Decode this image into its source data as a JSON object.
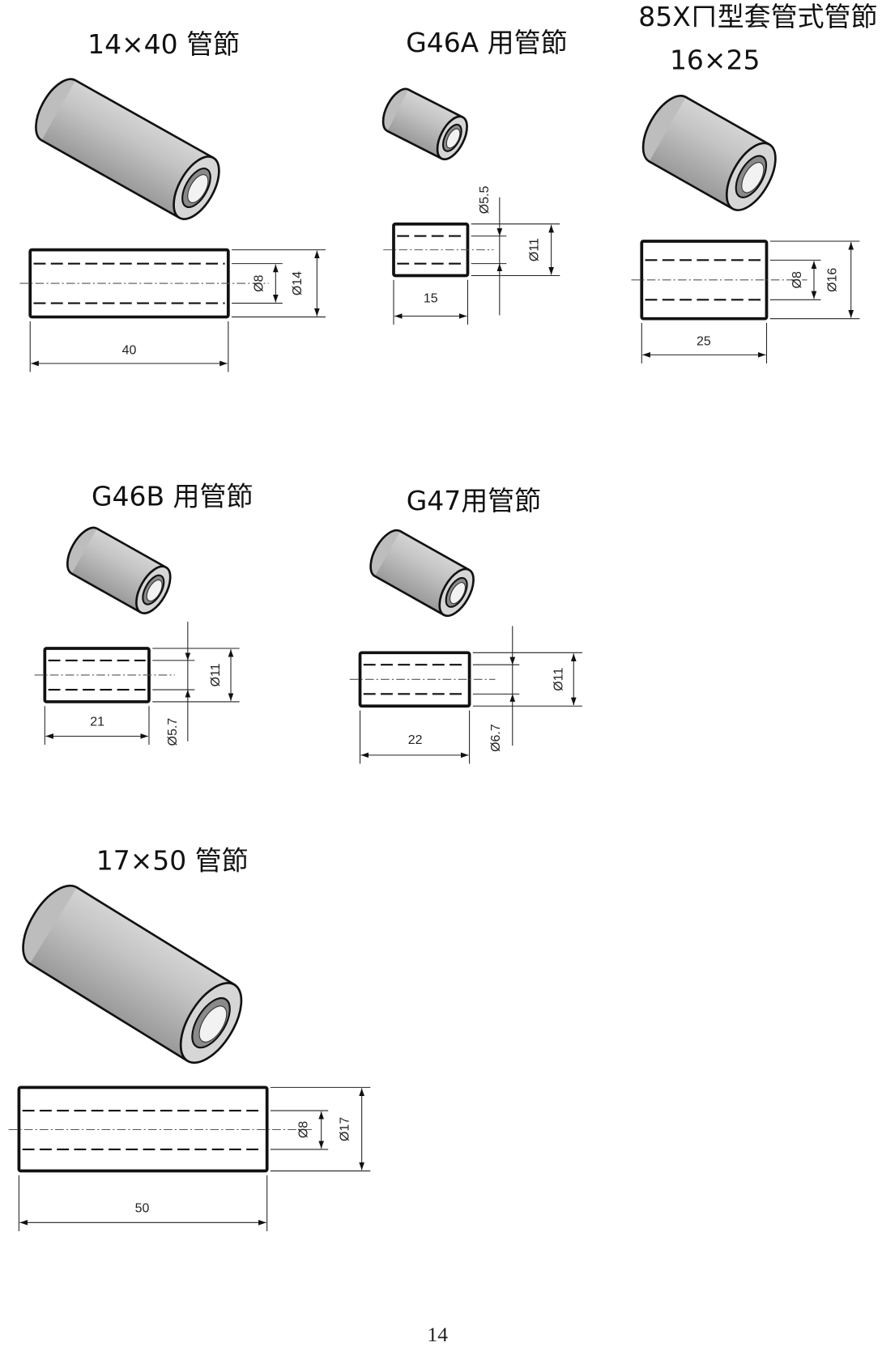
{
  "parts": [
    {
      "title": "14×40 管節",
      "length": "40",
      "inner_dia": "Ø8",
      "outer_dia": "Ø14"
    },
    {
      "title": "G46A 用管節",
      "length": "15",
      "inner_dia": "Ø5.5",
      "outer_dia": "Ø11"
    },
    {
      "title": "85Xㄇ型套管式管節",
      "subtitle": "16×25",
      "length": "25",
      "inner_dia": "Ø8",
      "outer_dia": "Ø16"
    },
    {
      "title": "G46B 用管節",
      "length": "21",
      "inner_dia": "Ø5.7",
      "outer_dia": "Ø11"
    },
    {
      "title": "G47用管節",
      "length": "22",
      "inner_dia": "Ø6.7",
      "outer_dia": "Ø11"
    },
    {
      "title": "17×50 管節",
      "length": "50",
      "inner_dia": "Ø8",
      "outer_dia": "Ø17"
    }
  ],
  "page_number": "14"
}
